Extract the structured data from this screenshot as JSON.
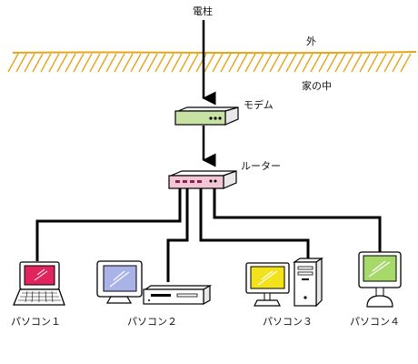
{
  "labels": {
    "pole": "電柱",
    "outside": "外",
    "inside": "家の中",
    "modem": "モデム",
    "router": "ルーター"
  },
  "computers": [
    {
      "label": "パソコン１",
      "type": "laptop",
      "screen_color": "#e0245e"
    },
    {
      "label": "パソコン２",
      "type": "desktop",
      "screen_color": "#a9b3e8"
    },
    {
      "label": "パソコン３",
      "type": "tower",
      "screen_color": "#f2e21c"
    },
    {
      "label": "パソコン４",
      "type": "imac",
      "screen_color": "#a6d86a"
    }
  ],
  "colors": {
    "ground_hatch": "#e5a61c",
    "modem_face": "#c8e2a4",
    "router_face": "#f2c6d4",
    "router_ports": "#8c2056",
    "cable": "#000000"
  }
}
